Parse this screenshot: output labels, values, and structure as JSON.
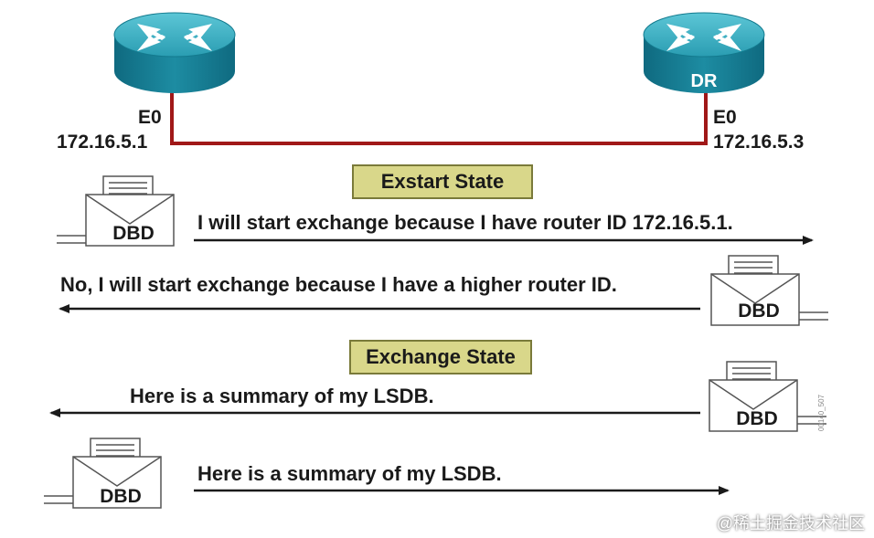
{
  "routers": {
    "left": {
      "interface": "E0",
      "ip": "172.16.5.1"
    },
    "right": {
      "interface": "E0",
      "ip": "172.16.5.3",
      "role": "DR"
    }
  },
  "states": {
    "exstart": "Exstart State",
    "exchange": "Exchange State"
  },
  "messages": {
    "m1": "I will start exchange because I have router ID 172.16.5.1.",
    "m2": "No, I will start exchange because I have a higher router ID.",
    "m3": "Here is a summary of my LSDB.",
    "m4": "Here is a summary of my LSDB."
  },
  "packet_label": "DBD",
  "figure_id": "00140_507",
  "watermark": "@稀土掘金技术社区",
  "colors": {
    "router": "#1e8aa0",
    "link": "#a01818",
    "state_box": "#d9d78a"
  }
}
